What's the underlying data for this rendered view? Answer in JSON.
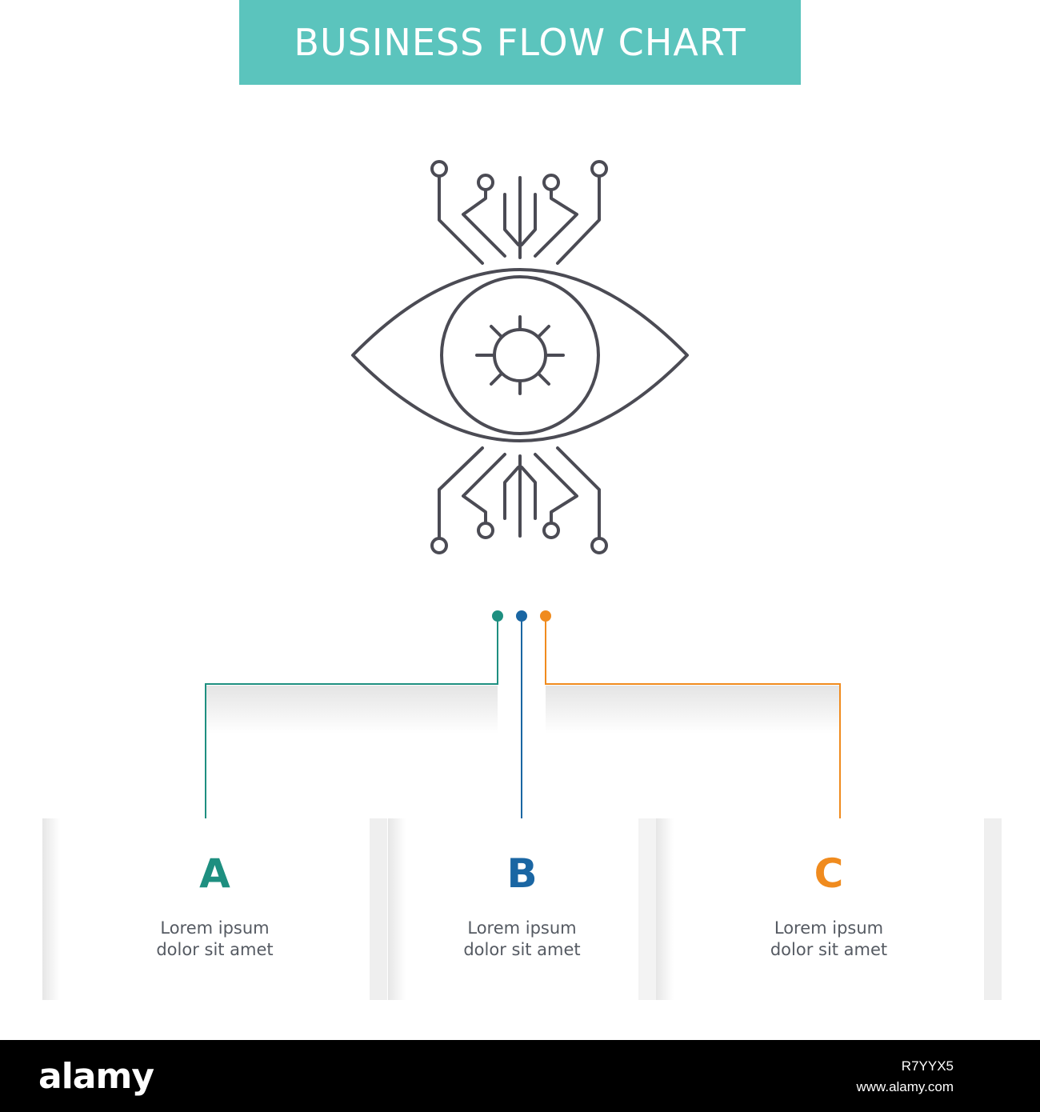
{
  "header": {
    "title": "BUSINESS FLOW CHART"
  },
  "colors": {
    "banner": "#5bc4bd",
    "a": "#1e8f80",
    "b": "#1a66a3",
    "c": "#f08b1e",
    "icon": "#4b4b54"
  },
  "icon": {
    "name": "eye-circuit-icon"
  },
  "steps": [
    {
      "letter": "A",
      "line1": "Lorem ipsum",
      "line2": "dolor sit amet"
    },
    {
      "letter": "B",
      "line1": "Lorem ipsum",
      "line2": "dolor sit amet"
    },
    {
      "letter": "C",
      "line1": "Lorem ipsum",
      "line2": "dolor sit amet"
    }
  ],
  "footer": {
    "logo": "alamy",
    "image_id": "R7YYX5",
    "url": "www.alamy.com"
  }
}
